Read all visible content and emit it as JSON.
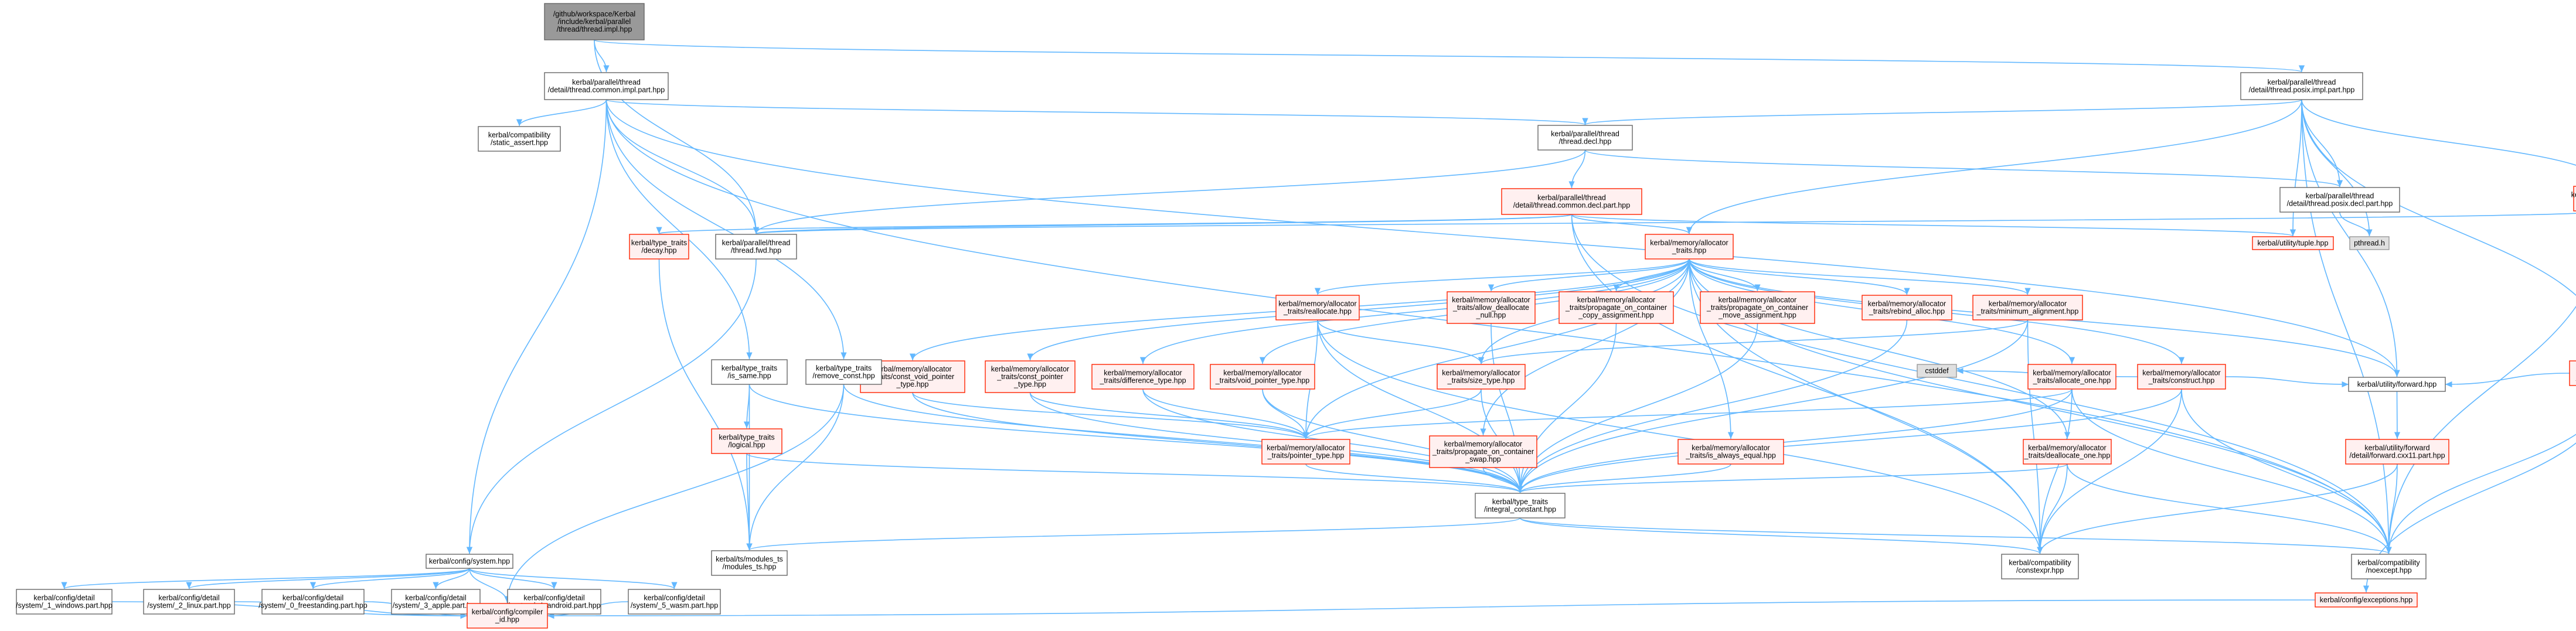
{
  "graph": {
    "title": "",
    "colors": {
      "edge": "#63b8ff",
      "plain_fill": "#ffffff",
      "plain_border": "#666666",
      "incomplete_fill": "#fff0f0",
      "incomplete_border": "#ff2200",
      "root_fill": "#999999",
      "external_fill": "#e0e0e0"
    },
    "nodes": [
      {
        "id": "root",
        "kind": "root",
        "lines": [
          "/github/workspace/Kerbal",
          "/include/kerbal/parallel",
          "/thread/thread.impl.hpp"
        ]
      },
      {
        "id": "common_impl",
        "kind": "plain",
        "lines": [
          "kerbal/parallel/thread",
          "/detail/thread.common.impl.part.hpp"
        ]
      },
      {
        "id": "posix_impl",
        "kind": "plain",
        "lines": [
          "kerbal/parallel/thread",
          "/detail/thread.posix.impl.part.hpp"
        ]
      },
      {
        "id": "static_assert",
        "kind": "plain",
        "lines": [
          "kerbal/compatibility",
          "/static_assert.hpp"
        ]
      },
      {
        "id": "decl",
        "kind": "plain",
        "lines": [
          "kerbal/parallel/thread",
          "/thread.decl.hpp"
        ]
      },
      {
        "id": "posix_decl",
        "kind": "plain",
        "lines": [
          "kerbal/parallel/thread",
          "/detail/thread.posix.decl.part.hpp"
        ]
      },
      {
        "id": "create_failed",
        "kind": "red",
        "lines": [
          "kerbal/parallel/thread",
          "/create_failed.hpp"
        ]
      },
      {
        "id": "common_decl",
        "kind": "red",
        "lines": [
          "kerbal/parallel/thread",
          "/detail/thread.common.decl.part.hpp"
        ]
      },
      {
        "id": "pthread",
        "kind": "ext",
        "lines": [
          "pthread.h"
        ]
      },
      {
        "id": "tuple",
        "kind": "red",
        "lines": [
          "kerbal/utility/tuple.hpp"
        ]
      },
      {
        "id": "decay",
        "kind": "red",
        "lines": [
          "kerbal/type_traits",
          "/decay.hpp"
        ]
      },
      {
        "id": "fwd",
        "kind": "plain",
        "lines": [
          "kerbal/parallel/thread",
          "/thread.fwd.hpp"
        ]
      },
      {
        "id": "alloc_traits",
        "kind": "red",
        "lines": [
          "kerbal/memory/allocator",
          "_traits.hpp"
        ]
      },
      {
        "id": "realloc",
        "kind": "red",
        "lines": [
          "kerbal/memory/allocator",
          "_traits/reallocate.hpp"
        ]
      },
      {
        "id": "allow_dealloc",
        "kind": "red",
        "lines": [
          "kerbal/memory/allocator",
          "_traits/allow_deallocate",
          "_null.hpp"
        ]
      },
      {
        "id": "prop_copy",
        "kind": "red",
        "lines": [
          "kerbal/memory/allocator",
          "_traits/propagate_on_container",
          "_copy_assignment.hpp"
        ]
      },
      {
        "id": "prop_move",
        "kind": "red",
        "lines": [
          "kerbal/memory/allocator",
          "_traits/propagate_on_container",
          "_move_assignment.hpp"
        ]
      },
      {
        "id": "rebind",
        "kind": "red",
        "lines": [
          "kerbal/memory/allocator",
          "_traits/rebind_alloc.hpp"
        ]
      },
      {
        "id": "min_align",
        "kind": "red",
        "lines": [
          "kerbal/memory/allocator",
          "_traits/minimum_alignment.hpp"
        ]
      },
      {
        "id": "throw_exc",
        "kind": "red",
        "lines": [
          "kerbal/utility/throw",
          "_this_exception.hpp"
        ]
      },
      {
        "id": "const_void_ptr",
        "kind": "red",
        "lines": [
          "kerbal/memory/allocator",
          "_traits/const_void_pointer",
          "_type.hpp"
        ]
      },
      {
        "id": "const_ptr",
        "kind": "red",
        "lines": [
          "kerbal/memory/allocator",
          "_traits/const_pointer",
          "_type.hpp"
        ]
      },
      {
        "id": "diff_type",
        "kind": "red",
        "lines": [
          "kerbal/memory/allocator",
          "_traits/difference_type.hpp"
        ]
      },
      {
        "id": "void_ptr",
        "kind": "red",
        "lines": [
          "kerbal/memory/allocator",
          "_traits/void_pointer_type.hpp"
        ]
      },
      {
        "id": "size_type",
        "kind": "red",
        "lines": [
          "kerbal/memory/allocator",
          "_traits/size_type.hpp"
        ]
      },
      {
        "id": "alloc_one",
        "kind": "red",
        "lines": [
          "kerbal/memory/allocator",
          "_traits/allocate_one.hpp"
        ]
      },
      {
        "id": "construct",
        "kind": "red",
        "lines": [
          "kerbal/memory/allocator",
          "_traits/construct.hpp"
        ]
      },
      {
        "id": "is_same",
        "kind": "plain",
        "lines": [
          "kerbal/type_traits",
          "/is_same.hpp"
        ]
      },
      {
        "id": "remove_const",
        "kind": "plain",
        "lines": [
          "kerbal/type_traits",
          "/remove_const.hpp"
        ]
      },
      {
        "id": "cstddef",
        "kind": "ext",
        "lines": [
          "cstddef"
        ]
      },
      {
        "id": "forward",
        "kind": "plain",
        "lines": [
          "kerbal/utility/forward.hpp"
        ]
      },
      {
        "id": "logical",
        "kind": "red",
        "lines": [
          "kerbal/type_traits",
          "/logical.hpp"
        ]
      },
      {
        "id": "ptr_type",
        "kind": "red",
        "lines": [
          "kerbal/memory/allocator",
          "_traits/pointer_type.hpp"
        ]
      },
      {
        "id": "prop_swap",
        "kind": "red",
        "lines": [
          "kerbal/memory/allocator",
          "_traits/propagate_on_container",
          "_swap.hpp"
        ]
      },
      {
        "id": "is_always_equal",
        "kind": "red",
        "lines": [
          "kerbal/memory/allocator",
          "_traits/is_always_equal.hpp"
        ]
      },
      {
        "id": "dealloc_one",
        "kind": "red",
        "lines": [
          "kerbal/memory/allocator",
          "_traits/deallocate_one.hpp"
        ]
      },
      {
        "id": "forward_cxx11",
        "kind": "red",
        "lines": [
          "kerbal/utility/forward",
          "/detail/forward.cxx11.part.hpp"
        ]
      },
      {
        "id": "integral_constant",
        "kind": "plain",
        "lines": [
          "kerbal/type_traits",
          "/integral_constant.hpp"
        ]
      },
      {
        "id": "modules_ts",
        "kind": "plain",
        "lines": [
          "kerbal/ts/modules_ts",
          "/modules_ts.hpp"
        ]
      },
      {
        "id": "config_system",
        "kind": "plain",
        "lines": [
          "kerbal/config/system.hpp"
        ]
      },
      {
        "id": "constexpr",
        "kind": "plain",
        "lines": [
          "kerbal/compatibility",
          "/constexpr.hpp"
        ]
      },
      {
        "id": "noexcept",
        "kind": "plain",
        "lines": [
          "kerbal/compatibility",
          "/noexcept.hpp"
        ]
      },
      {
        "id": "sys_windows",
        "kind": "plain",
        "lines": [
          "kerbal/config/detail",
          "/system/_1_windows.part.hpp"
        ]
      },
      {
        "id": "sys_linux",
        "kind": "plain",
        "lines": [
          "kerbal/config/detail",
          "/system/_2_linux.part.hpp"
        ]
      },
      {
        "id": "sys_freestanding",
        "kind": "plain",
        "lines": [
          "kerbal/config/detail",
          "/system/_0_freestanding.part.hpp"
        ]
      },
      {
        "id": "sys_apple",
        "kind": "plain",
        "lines": [
          "kerbal/config/detail",
          "/system/_3_apple.part.hpp"
        ]
      },
      {
        "id": "sys_android",
        "kind": "plain",
        "lines": [
          "kerbal/config/detail",
          "/system/_4_android.part.hpp"
        ]
      },
      {
        "id": "sys_wasm",
        "kind": "plain",
        "lines": [
          "kerbal/config/detail",
          "/system/_5_wasm.part.hpp"
        ]
      },
      {
        "id": "exceptions",
        "kind": "red",
        "lines": [
          "kerbal/config/exceptions.hpp"
        ]
      },
      {
        "id": "compiler",
        "kind": "red",
        "lines": [
          "kerbal/config/compiler",
          "_id.hpp"
        ]
      }
    ],
    "edges": [
      [
        "root",
        "common_impl"
      ],
      [
        "root",
        "posix_impl"
      ],
      [
        "root",
        "fwd"
      ],
      [
        "common_impl",
        "static_assert"
      ],
      [
        "common_impl",
        "decl"
      ],
      [
        "common_impl",
        "fwd"
      ],
      [
        "common_impl",
        "is_same"
      ],
      [
        "common_impl",
        "remove_const"
      ],
      [
        "common_impl",
        "config_system"
      ],
      [
        "common_impl",
        "noexcept"
      ],
      [
        "common_impl",
        "forward"
      ],
      [
        "posix_impl",
        "decl"
      ],
      [
        "posix_impl",
        "posix_decl"
      ],
      [
        "posix_impl",
        "create_failed"
      ],
      [
        "posix_impl",
        "alloc_traits"
      ],
      [
        "posix_impl",
        "tuple"
      ],
      [
        "posix_impl",
        "throw_exc"
      ],
      [
        "posix_impl",
        "forward"
      ],
      [
        "posix_impl",
        "noexcept"
      ],
      [
        "posix_impl",
        "pthread"
      ],
      [
        "decl",
        "common_decl"
      ],
      [
        "decl",
        "posix_decl"
      ],
      [
        "decl",
        "fwd"
      ],
      [
        "posix_decl",
        "pthread"
      ],
      [
        "create_failed",
        "fwd"
      ],
      [
        "create_failed",
        "throw_exc"
      ],
      [
        "create_failed",
        "noexcept"
      ],
      [
        "common_decl",
        "fwd"
      ],
      [
        "common_decl",
        "decay"
      ],
      [
        "common_decl",
        "alloc_traits"
      ],
      [
        "common_decl",
        "tuple"
      ],
      [
        "common_decl",
        "noexcept"
      ],
      [
        "common_decl",
        "constexpr"
      ],
      [
        "decay",
        "modules_ts"
      ],
      [
        "fwd",
        "config_system"
      ],
      [
        "alloc_traits",
        "realloc"
      ],
      [
        "alloc_traits",
        "allow_dealloc"
      ],
      [
        "alloc_traits",
        "prop_copy"
      ],
      [
        "alloc_traits",
        "prop_move"
      ],
      [
        "alloc_traits",
        "rebind"
      ],
      [
        "alloc_traits",
        "min_align"
      ],
      [
        "alloc_traits",
        "const_void_ptr"
      ],
      [
        "alloc_traits",
        "const_ptr"
      ],
      [
        "alloc_traits",
        "diff_type"
      ],
      [
        "alloc_traits",
        "void_ptr"
      ],
      [
        "alloc_traits",
        "size_type"
      ],
      [
        "alloc_traits",
        "alloc_one"
      ],
      [
        "alloc_traits",
        "construct"
      ],
      [
        "alloc_traits",
        "dealloc_one"
      ],
      [
        "alloc_traits",
        "is_always_equal"
      ],
      [
        "alloc_traits",
        "prop_swap"
      ],
      [
        "alloc_traits",
        "ptr_type"
      ],
      [
        "alloc_traits",
        "forward"
      ],
      [
        "alloc_traits",
        "constexpr"
      ],
      [
        "alloc_traits",
        "noexcept"
      ],
      [
        "realloc",
        "size_type"
      ],
      [
        "realloc",
        "ptr_type"
      ],
      [
        "realloc",
        "constexpr"
      ],
      [
        "realloc",
        "integral_constant"
      ],
      [
        "allow_dealloc",
        "integral_constant"
      ],
      [
        "prop_copy",
        "integral_constant"
      ],
      [
        "prop_move",
        "integral_constant"
      ],
      [
        "rebind",
        "integral_constant"
      ],
      [
        "min_align",
        "size_type"
      ],
      [
        "min_align",
        "integral_constant"
      ],
      [
        "min_align",
        "constexpr"
      ],
      [
        "const_void_ptr",
        "ptr_type"
      ],
      [
        "const_void_ptr",
        "integral_constant"
      ],
      [
        "const_ptr",
        "ptr_type"
      ],
      [
        "const_ptr",
        "integral_constant"
      ],
      [
        "diff_type",
        "ptr_type"
      ],
      [
        "diff_type",
        "integral_constant"
      ],
      [
        "void_ptr",
        "ptr_type"
      ],
      [
        "void_ptr",
        "integral_constant"
      ],
      [
        "size_type",
        "ptr_type"
      ],
      [
        "size_type",
        "integral_constant"
      ],
      [
        "alloc_one",
        "ptr_type"
      ],
      [
        "alloc_one",
        "constexpr"
      ],
      [
        "alloc_one",
        "integral_constant"
      ],
      [
        "alloc_one",
        "noexcept"
      ],
      [
        "construct",
        "cstddef"
      ],
      [
        "construct",
        "forward"
      ],
      [
        "construct",
        "constexpr"
      ],
      [
        "construct",
        "noexcept"
      ],
      [
        "construct",
        "integral_constant"
      ],
      [
        "is_same",
        "logical"
      ],
      [
        "is_same",
        "integral_constant"
      ],
      [
        "is_same",
        "modules_ts"
      ],
      [
        "remove_const",
        "modules_ts"
      ],
      [
        "remove_const",
        "compiler"
      ],
      [
        "remove_const",
        "integral_constant"
      ],
      [
        "logical",
        "integral_constant"
      ],
      [
        "logical",
        "modules_ts"
      ],
      [
        "ptr_type",
        "integral_constant"
      ],
      [
        "prop_swap",
        "integral_constant"
      ],
      [
        "is_always_equal",
        "integral_constant"
      ],
      [
        "dealloc_one",
        "integral_constant"
      ],
      [
        "dealloc_one",
        "constexpr"
      ],
      [
        "dealloc_one",
        "noexcept"
      ],
      [
        "forward",
        "forward_cxx11"
      ],
      [
        "forward_cxx11",
        "constexpr"
      ],
      [
        "forward_cxx11",
        "noexcept"
      ],
      [
        "throw_exc",
        "forward"
      ],
      [
        "throw_exc",
        "noexcept"
      ],
      [
        "throw_exc",
        "exceptions"
      ],
      [
        "integral_constant",
        "constexpr"
      ],
      [
        "integral_constant",
        "noexcept"
      ],
      [
        "integral_constant",
        "modules_ts"
      ],
      [
        "config_system",
        "sys_windows"
      ],
      [
        "config_system",
        "sys_linux"
      ],
      [
        "config_system",
        "sys_freestanding"
      ],
      [
        "config_system",
        "sys_apple"
      ],
      [
        "config_system",
        "sys_android"
      ],
      [
        "config_system",
        "sys_wasm"
      ],
      [
        "config_system",
        "compiler"
      ],
      [
        "sys_windows",
        "compiler"
      ],
      [
        "sys_linux",
        "compiler"
      ],
      [
        "sys_freestanding",
        "compiler"
      ],
      [
        "sys_apple",
        "compiler"
      ],
      [
        "sys_android",
        "compiler"
      ],
      [
        "sys_wasm",
        "compiler"
      ],
      [
        "exceptions",
        "compiler"
      ]
    ]
  }
}
